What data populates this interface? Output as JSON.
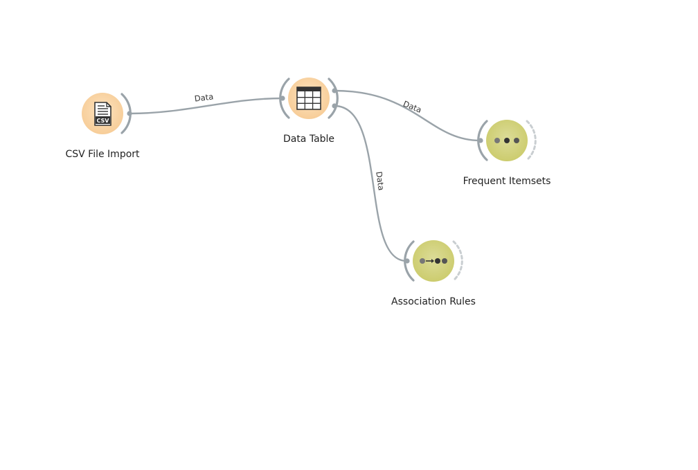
{
  "widgets": {
    "csv_import": {
      "label": "CSV File Import",
      "icon": "csv-file-icon",
      "badge": "CSV",
      "color": "#f9d19c"
    },
    "data_table": {
      "label": "Data Table",
      "icon": "table-icon",
      "color": "#f9d19c"
    },
    "frequent_itemsets": {
      "label": "Frequent Itemsets",
      "icon": "itemsets-icon",
      "color": "#d2d27a"
    },
    "association_rules": {
      "label": "Association Rules",
      "icon": "association-rules-icon",
      "color": "#d2d27a"
    }
  },
  "links": [
    {
      "from": "CSV File Import",
      "to": "Data Table",
      "label": "Data"
    },
    {
      "from": "Data Table",
      "to": "Frequent Itemsets",
      "label": "Data"
    },
    {
      "from": "Data Table",
      "to": "Association Rules",
      "label": "Data"
    }
  ],
  "colors": {
    "link": "#9aa3a9",
    "orange_widget": "#f9d19c",
    "olive_widget": "#d2d27a"
  }
}
